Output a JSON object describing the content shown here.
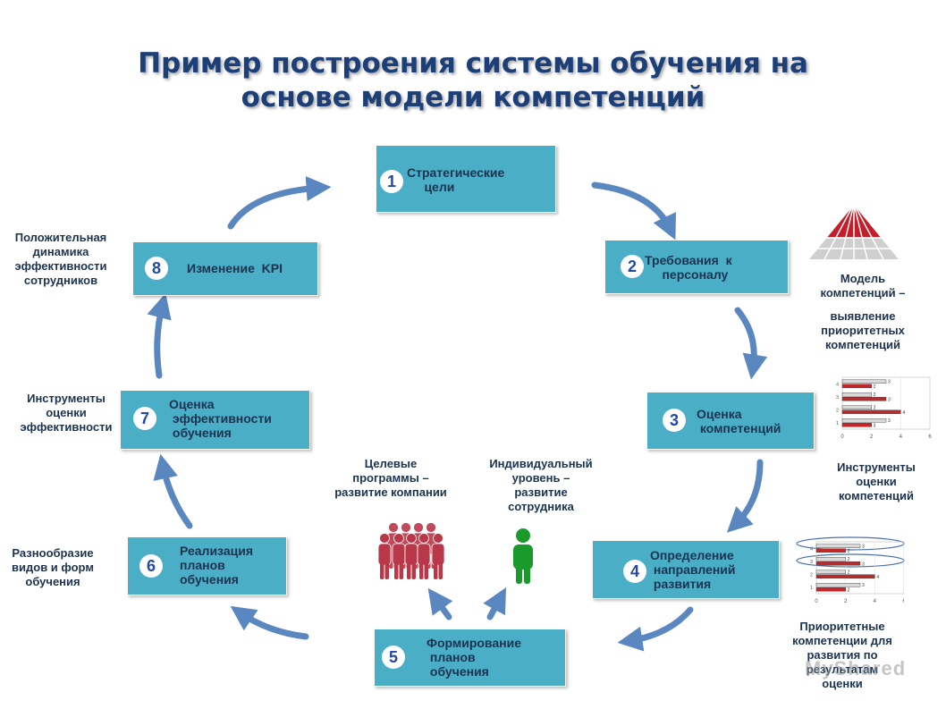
{
  "title": {
    "line1": "Пример построения системы обучения на",
    "line2": "основе модели компетенций"
  },
  "steps": [
    {
      "number": "1",
      "label": "Стратегические\n     цели"
    },
    {
      "number": "2",
      "label": "Требования  к\n     персоналу"
    },
    {
      "number": "3",
      "label": "Оценка\n компетенций"
    },
    {
      "number": "4",
      "label": "Определение\n направлений\n развития"
    },
    {
      "number": "5",
      "label": "Формирование\n планов\n обучения"
    },
    {
      "number": "6",
      "label": "Реализация\nпланов\nобучения"
    },
    {
      "number": "7",
      "label": "Оценка\n эффективности\n обучения"
    },
    {
      "number": "8",
      "label": "Изменение  KPI"
    }
  ],
  "annotations": {
    "kpi_dynamics": "Положительная\nдинамика\nэффективности\nсотрудников",
    "training_eval_tools": "Инструменты\nоценки\nэффективности",
    "training_forms": "Разнообразие\nвидов и форм\nобучения",
    "competency_model": "Модель\nкомпетенций –",
    "priority_competencies": "выявление\nприоритетных\nкомпетенций",
    "competency_eval_tools": "Инструменты\nоценки\nкомпетенций",
    "priority_for_development": "Приоритетные\nкомпетенции для\nразвития по\nрезультатам\nоценки",
    "target_programs": "Целевые\nпрограммы –\nразвитие компании",
    "individual_level": "Индивидуальный\nуровень –\nразвитие\nсотрудника"
  },
  "mini_chart_top": {
    "y_ticks": [
      "4",
      "3",
      "2",
      "1"
    ],
    "x_ticks": [
      "0",
      "2",
      "4",
      "6"
    ],
    "bars": [
      {
        "grey": 3,
        "red": 2,
        "grey_label": "3",
        "red_label": "2"
      },
      {
        "grey": 2,
        "red": 3,
        "grey_label": "2",
        "red_label": "3"
      },
      {
        "grey": 2,
        "red": 4,
        "grey_label": "2",
        "red_label": "4"
      },
      {
        "grey": 3,
        "red": 2,
        "grey_label": "3",
        "red_label": "3"
      }
    ]
  },
  "mini_chart_bottom": {
    "y_ticks": [
      "4",
      "3",
      "2",
      "1"
    ],
    "x_ticks": [
      "0",
      "2",
      "4",
      "6"
    ],
    "bars": [
      {
        "grey": 3,
        "red": 2,
        "grey_label": "3",
        "red_label": "2"
      },
      {
        "grey": 2,
        "red": 3,
        "grey_label": "2",
        "red_label": "3"
      },
      {
        "grey": 2,
        "red": 4,
        "grey_label": "2",
        "red_label": "4"
      },
      {
        "grey": 3,
        "red": 2,
        "grey_label": "3",
        "red_label": "2"
      }
    ]
  },
  "watermark": "MyShared",
  "colors": {
    "box": "#4aaec6",
    "arrow": "#5a87c0",
    "title": "#1c3f78",
    "badge_text": "#2448a8",
    "people_red": "#b8384a",
    "person_green": "#1a9a2a",
    "bar_red": "#c0282a",
    "bar_grey": "#d9d9d9"
  }
}
